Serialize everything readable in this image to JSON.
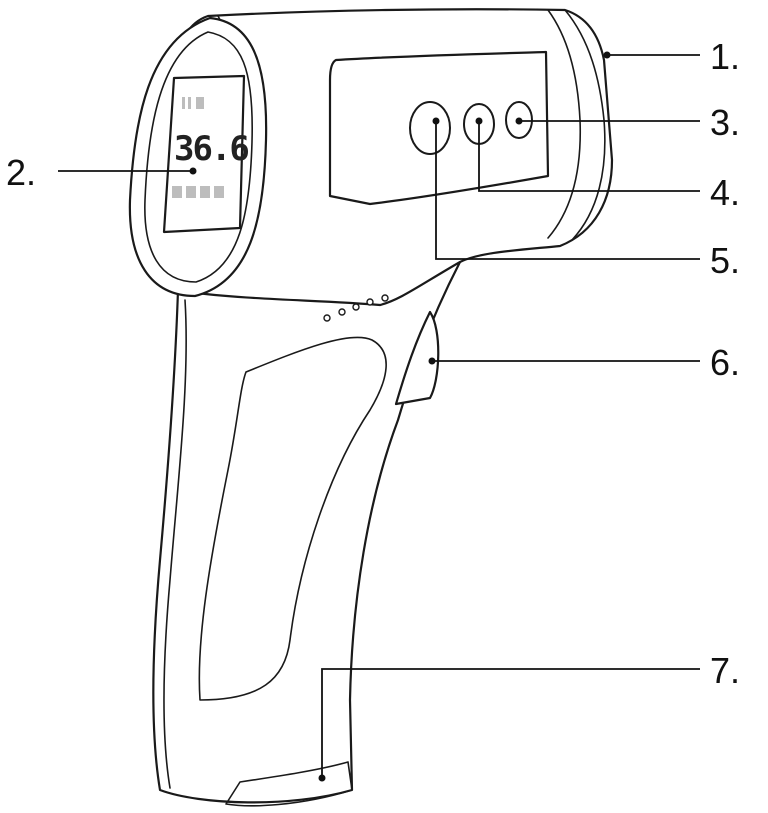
{
  "display": {
    "reading": "36.6"
  },
  "callouts": [
    {
      "id": "1",
      "label": "1."
    },
    {
      "id": "2",
      "label": "2."
    },
    {
      "id": "3",
      "label": "3."
    },
    {
      "id": "4",
      "label": "4."
    },
    {
      "id": "5",
      "label": "5."
    },
    {
      "id": "6",
      "label": "6."
    },
    {
      "id": "7",
      "label": "7."
    }
  ],
  "colors": {
    "outline": "#1a1a1a",
    "background": "#ffffff",
    "lcd_inactive_segments": "#bdbdbd"
  }
}
